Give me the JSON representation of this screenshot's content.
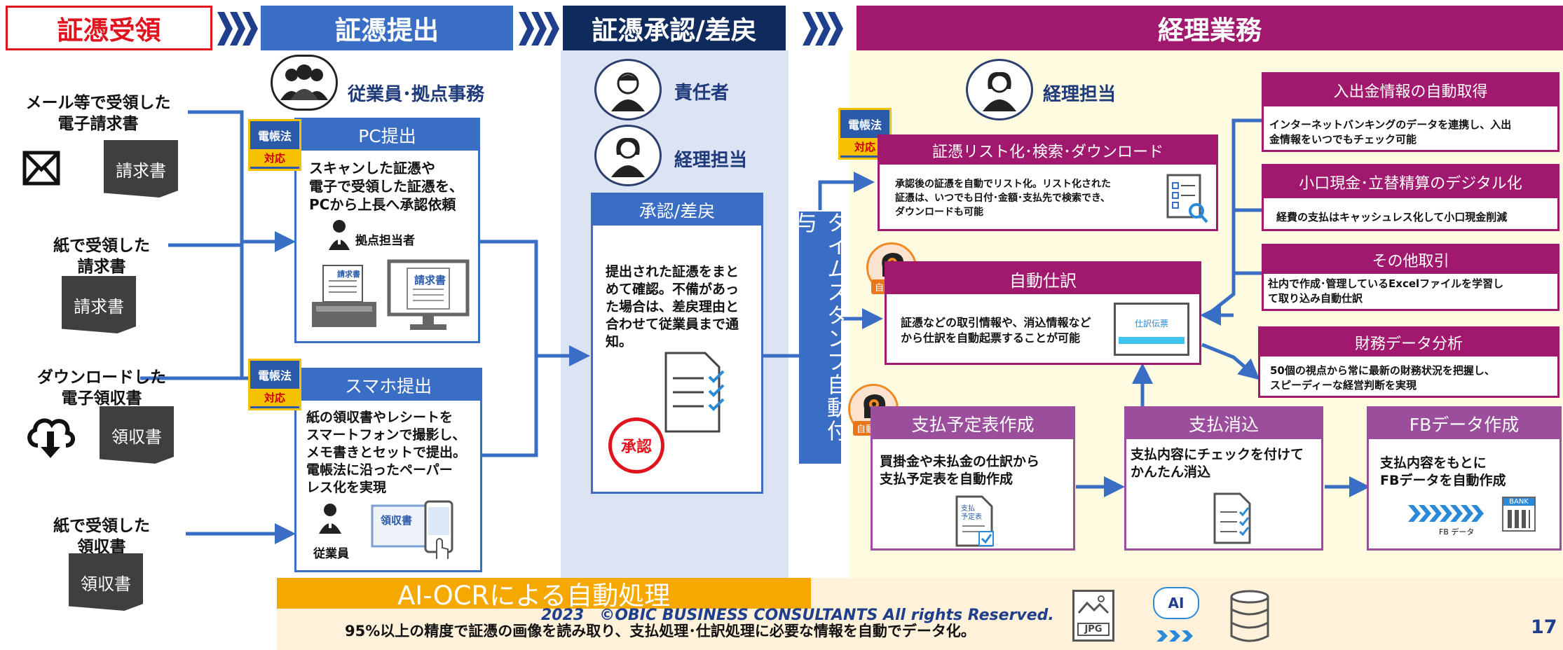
{
  "headers": {
    "receive": "証憑受領",
    "submit": "証憑提出",
    "approve": "証憑承認/差戻",
    "accounting": "経理業務"
  },
  "sources": [
    {
      "label": "メール等で受領した\n電子請求書",
      "doc": "請求書",
      "icon": "envelope-icon"
    },
    {
      "label": "紙で受領した\n請求書",
      "doc": "請求書",
      "icon": ""
    },
    {
      "label": "ダウンロードした\n電子領収書",
      "doc": "領収書",
      "icon": "cloud-download-icon"
    },
    {
      "label": "紙で受領した\n領収書",
      "doc": "領収書",
      "icon": ""
    }
  ],
  "submit": {
    "role": "従業員･拠点事務",
    "badge_top": "電帳法",
    "badge_bottom": "対応",
    "pc": {
      "title": "PC提出",
      "text": "スキャンした証憑や\n電子で受領した証憑を、\nPCから上長へ承認依頼",
      "person": "拠点担当者",
      "doc1": "請求書",
      "doc2": "請求書"
    },
    "phone": {
      "title": "スマホ提出",
      "text": "紙の領収書やレシートを\nスマートフォンで撮影し、\nメモ書きとセットで提出。\n電帳法に沿ったペーパー\nレス化を実現",
      "person": "従業員",
      "doc": "領収書"
    }
  },
  "approve": {
    "role1": "責任者",
    "role2": "経理担当",
    "title": "承認/差戻",
    "text": "提出された証憑をまと\nめて確認。不備があっ\nた場合は、差戻理由と\n合わせて従業員まで通\n知。",
    "stamp": "承認"
  },
  "timestamp": "タイムスタンプ自動付与",
  "accounting": {
    "role": "経理担当",
    "badge_top": "電帳法",
    "badge_bottom": "対応",
    "auto_label": "自動化",
    "list": {
      "title": "証憑リスト化･検索･ダウンロード",
      "text": "承認後の証憑を自動でリスト化。リスト化された\n証憑は、いつでも日付･金額･支払先で検索でき、\nダウンロードも可能"
    },
    "journal": {
      "title": "自動仕訳",
      "text": "証憑などの取引情報や、消込情報など\nから仕訳を自動起票することが可能",
      "screen": "仕訳伝票"
    },
    "right_boxes": [
      {
        "title": "入出金情報の自動取得",
        "text": "インターネットバンキングのデータを連携し、入出\n金情報をいつでもチェック可能"
      },
      {
        "title": "小口現金･立替精算のデジタル化",
        "text": "経費の支払はキャッシュレス化して小口現金削減"
      },
      {
        "title": "その他取引",
        "text": "社内で作成･管理しているExcelファイルを学習し\nて取り込み自動仕訳"
      },
      {
        "title": "財務データ分析",
        "text": "50個の視点から常に最新の財務状況を把握し、\nスピーディーな経営判断を実現"
      }
    ],
    "schedule": {
      "title": "支払予定表作成",
      "text": "買掛金や未払金の仕訳から\n支払予定表を自動作成",
      "doc": "支払\n予定表"
    },
    "clear": {
      "title": "支払消込",
      "text": "支払内容にチェックを付けて\nかんたん消込"
    },
    "fb": {
      "title": "FBデータ作成",
      "text": "支払内容をもとに\nFBデータを自動作成",
      "fb_label": "FB データ",
      "bank": "BANK"
    }
  },
  "ocr": {
    "title": "AI-OCRによる自動処理",
    "text": "95%以上の精度で証憑の画像を読み取り、支払処理･仕訳処理に必要な情報を自動でデータ化。",
    "icon_jpg": "JPG",
    "icon_ai": "AI"
  },
  "copyright": "2023　©OBIC BUSINESS CONSULTANTS All rights Reserved.",
  "page_number": "17",
  "colors": {
    "red": "#e0141e",
    "blue": "#3a6ec5",
    "navy": "#0f2a5c",
    "magenta": "#a0196e",
    "purple": "#9b4e9b",
    "orange": "#f5a800"
  }
}
